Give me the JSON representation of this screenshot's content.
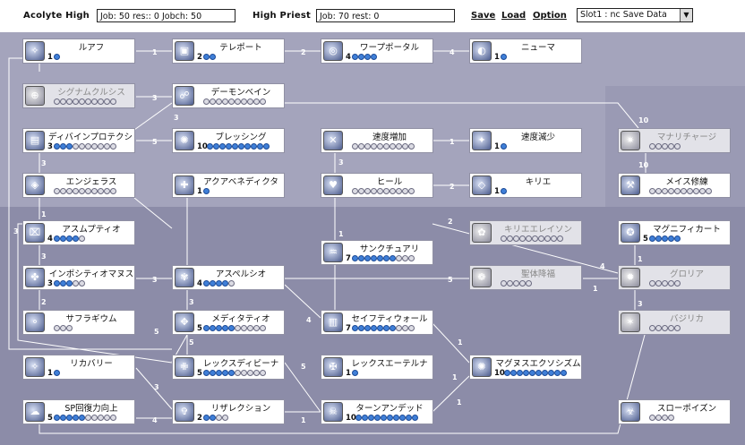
{
  "header": {
    "class1_label": "Acolyte High",
    "class1_box": "Job: 50  res:: 0   Jobch: 50",
    "class2_label": "High Priest",
    "class2_box": "Job: 70  rest: 0",
    "save": "Save",
    "load": "Load",
    "option": "Option",
    "slot_select": "Slot1 : nc Save Data"
  },
  "skills": [
    {
      "name": "ルアフ",
      "level": "1",
      "dots": 1,
      "filled": 1,
      "disabled": false
    },
    {
      "name": "テレポート",
      "level": "2",
      "dots": 2,
      "filled": 2,
      "disabled": false
    },
    {
      "name": "ワープポータル",
      "level": "4",
      "dots": 4,
      "filled": 4,
      "disabled": false
    },
    {
      "name": "ニューマ",
      "level": "1",
      "dots": 1,
      "filled": 1,
      "disabled": false
    },
    {
      "name": "シグナムクルシス",
      "level": "",
      "dots": 10,
      "filled": 0,
      "disabled": true
    },
    {
      "name": "デーモンベイン",
      "level": "",
      "dots": 10,
      "filled": 0,
      "disabled": false
    },
    {
      "name": "ディバインプロテクション",
      "level": "3",
      "dots": 10,
      "filled": 3,
      "disabled": false
    },
    {
      "name": "ブレッシング",
      "level": "10",
      "dots": 10,
      "filled": 10,
      "disabled": false
    },
    {
      "name": "速度増加",
      "level": "",
      "dots": 10,
      "filled": 0,
      "disabled": false
    },
    {
      "name": "速度減少",
      "level": "1",
      "dots": 1,
      "filled": 1,
      "disabled": false
    },
    {
      "name": "マナリチャージ",
      "level": "",
      "dots": 5,
      "filled": 0,
      "disabled": true
    },
    {
      "name": "エンジェラス",
      "level": "",
      "dots": 10,
      "filled": 0,
      "disabled": false
    },
    {
      "name": "アクアベネディクタ",
      "level": "1",
      "dots": 1,
      "filled": 1,
      "disabled": false
    },
    {
      "name": "ヒール",
      "level": "",
      "dots": 10,
      "filled": 0,
      "disabled": false
    },
    {
      "name": "キリエ",
      "level": "1",
      "dots": 1,
      "filled": 1,
      "disabled": false
    },
    {
      "name": "メイス修練",
      "level": "",
      "dots": 10,
      "filled": 0,
      "disabled": false
    },
    {
      "name": "アスムプティオ",
      "level": "4",
      "dots": 5,
      "filled": 4,
      "disabled": false
    },
    {
      "name": "キリエエレイソン",
      "level": "",
      "dots": 10,
      "filled": 0,
      "disabled": true
    },
    {
      "name": "マグニフィカート",
      "level": "5",
      "dots": 5,
      "filled": 5,
      "disabled": false
    },
    {
      "name": "サンクチュアリ",
      "level": "7",
      "dots": 10,
      "filled": 7,
      "disabled": false
    },
    {
      "name": "インポシティオマヌス",
      "level": "3",
      "dots": 5,
      "filled": 3,
      "disabled": false
    },
    {
      "name": "アスペルシオ",
      "level": "4",
      "dots": 5,
      "filled": 4,
      "disabled": false
    },
    {
      "name": "聖体降福",
      "level": "",
      "dots": 5,
      "filled": 0,
      "disabled": true
    },
    {
      "name": "グロリア",
      "level": "",
      "dots": 5,
      "filled": 0,
      "disabled": true
    },
    {
      "name": "サフラギウム",
      "level": "",
      "dots": 3,
      "filled": 0,
      "disabled": false
    },
    {
      "name": "メディタティオ",
      "level": "5",
      "dots": 10,
      "filled": 5,
      "disabled": false
    },
    {
      "name": "セイフティウォール",
      "level": "7",
      "dots": 10,
      "filled": 7,
      "disabled": false
    },
    {
      "name": "バジリカ",
      "level": "",
      "dots": 5,
      "filled": 0,
      "disabled": true
    },
    {
      "name": "リカバリー",
      "level": "1",
      "dots": 1,
      "filled": 1,
      "disabled": false
    },
    {
      "name": "レックスディビーナ",
      "level": "5",
      "dots": 10,
      "filled": 5,
      "disabled": false
    },
    {
      "name": "レックスエーテルナ",
      "level": "1",
      "dots": 1,
      "filled": 1,
      "disabled": false
    },
    {
      "name": "マグヌスエクソシズム",
      "level": "10",
      "dots": 10,
      "filled": 10,
      "disabled": false
    },
    {
      "name": "SP回復力向上",
      "level": "5",
      "dots": 10,
      "filled": 5,
      "disabled": false
    },
    {
      "name": "リザレクション",
      "level": "2",
      "dots": 4,
      "filled": 2,
      "disabled": false
    },
    {
      "name": "ターンアンデッド",
      "level": "10",
      "dots": 10,
      "filled": 10,
      "disabled": false
    },
    {
      "name": "スローポイズン",
      "level": "",
      "dots": 4,
      "filled": 0,
      "disabled": false
    }
  ],
  "link_labels": [
    "1",
    "2",
    "4",
    "3",
    "3",
    "5",
    "1",
    "10",
    "10",
    "3",
    "1",
    "2",
    "3",
    "1",
    "3",
    "3",
    "5",
    "2",
    "4",
    "3",
    "2",
    "3",
    "4",
    "5",
    "5",
    "1",
    "5",
    "3",
    "1",
    "1",
    "4",
    "1",
    "1",
    "3",
    "1"
  ]
}
